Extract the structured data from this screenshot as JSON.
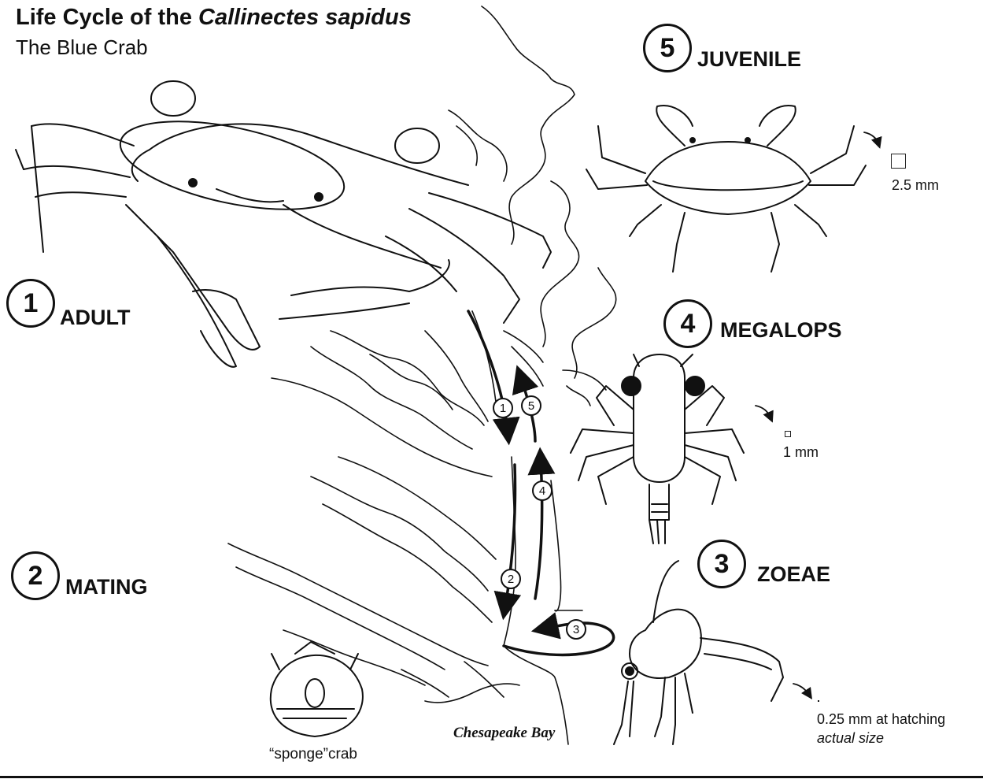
{
  "title": {
    "prefix": "Life Cycle of the ",
    "species": "Callinectes sapidus"
  },
  "subtitle": "The Blue Crab",
  "stages": [
    {
      "number": "1",
      "label": "ADULT"
    },
    {
      "number": "2",
      "label": "MATING"
    },
    {
      "number": "3",
      "label": "ZOEAE"
    },
    {
      "number": "4",
      "label": "MEGALOPS"
    },
    {
      "number": "5",
      "label": "JUVENILE"
    }
  ],
  "scales": {
    "juvenile": "2.5 mm",
    "megalops": "1 mm",
    "zoeae_line1": "0.25 mm at hatching",
    "zoeae_line2": "actual size"
  },
  "cycle_markers": [
    "1",
    "2",
    "3",
    "4",
    "5"
  ],
  "map_label": "Chesapeake Bay",
  "sponge_caption": "“sponge”crab"
}
